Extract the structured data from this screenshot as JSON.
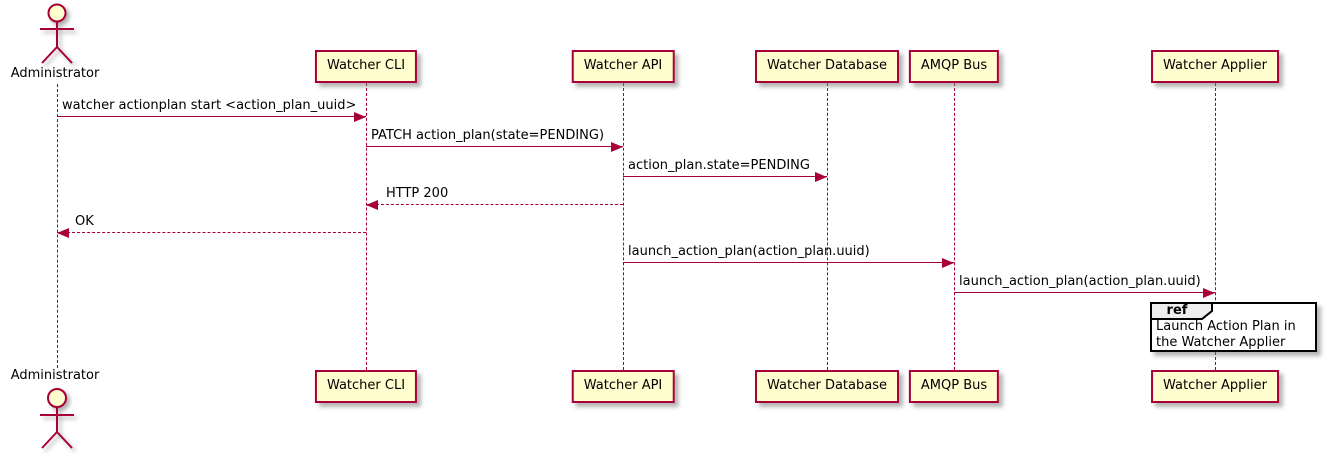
{
  "diagram": {
    "type": "plantuml-sequence",
    "colors": {
      "line": "#A80036",
      "participant_fill": "#FEFECE",
      "participant_border": "#A80036",
      "text": "#000000",
      "ref_tab_fill": "#EEEEEE",
      "ref_border": "#000000",
      "background": "#FFFFFF"
    },
    "actor": {
      "name": "Administrator"
    },
    "participants": [
      {
        "name": "Watcher CLI"
      },
      {
        "name": "Watcher API"
      },
      {
        "name": "Watcher Database"
      },
      {
        "name": "AMQP Bus"
      },
      {
        "name": "Watcher Applier"
      }
    ],
    "messages": [
      {
        "from": "Administrator",
        "to": "Watcher CLI",
        "style": "solid",
        "direction": "right",
        "text": "watcher actionplan start <action_plan_uuid>"
      },
      {
        "from": "Watcher CLI",
        "to": "Watcher API",
        "style": "solid",
        "direction": "right",
        "text": "PATCH action_plan(state=PENDING)"
      },
      {
        "from": "Watcher API",
        "to": "Watcher Database",
        "style": "solid",
        "direction": "right",
        "text": "action_plan.state=PENDING"
      },
      {
        "from": "Watcher API",
        "to": "Watcher CLI",
        "style": "dashed",
        "direction": "left",
        "text": "HTTP 200"
      },
      {
        "from": "Watcher CLI",
        "to": "Administrator",
        "style": "dashed",
        "direction": "left",
        "text": "OK"
      },
      {
        "from": "Watcher API",
        "to": "AMQP Bus",
        "style": "solid",
        "direction": "right",
        "text": "launch_action_plan(action_plan.uuid)"
      },
      {
        "from": "AMQP Bus",
        "to": "Watcher Applier",
        "style": "solid",
        "direction": "right",
        "text": "launch_action_plan(action_plan.uuid)"
      }
    ],
    "ref": {
      "keyword": "ref",
      "over": "Watcher Applier",
      "text": "Launch Action Plan in the Watcher Applier"
    }
  }
}
